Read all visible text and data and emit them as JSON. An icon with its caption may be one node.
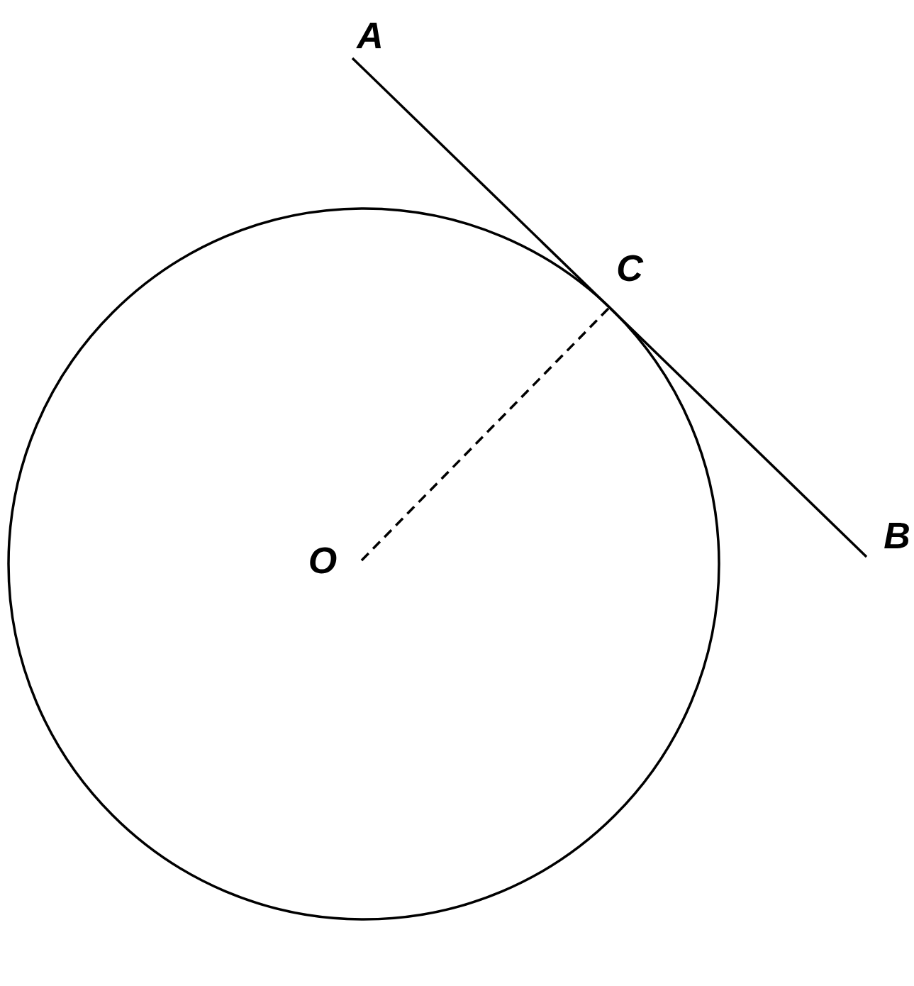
{
  "diagram": {
    "nodes": [
      {
        "text": [
          "A"
        ]
      },
      {
        "text": [
          "B"
        ]
      },
      {
        "text": [
          "C"
        ]
      },
      {
        "text": [
          "O"
        ]
      }
    ],
    "edges": [
      {
        "from": 0,
        "to": 1,
        "arrow": "none"
      },
      {
        "from": 3,
        "to": 2,
        "arrow": "none",
        "style": "dashed"
      }
    ]
  }
}
